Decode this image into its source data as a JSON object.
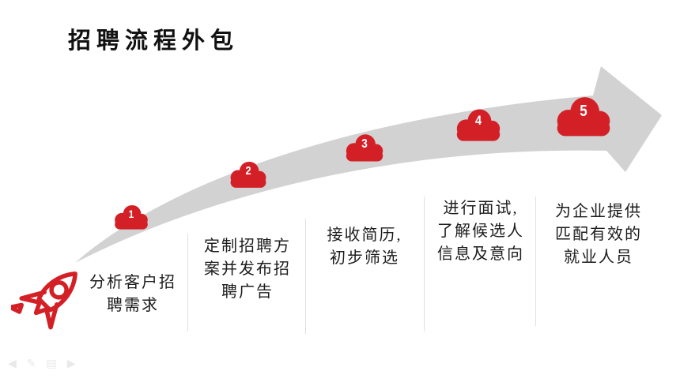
{
  "slide": {
    "title": "招聘流程外包"
  },
  "colors": {
    "accent_red": "#d32027",
    "band_gray": "#d2d2d2",
    "divider_gray": "#e0e0e0",
    "text_dark": "#1c1c1c",
    "controls_gray": "#e9e9e9"
  },
  "steps": [
    {
      "number": "1",
      "text": "分析客户招\n聘需求"
    },
    {
      "number": "2",
      "text": "定制招聘方\n案并发布招\n聘广告"
    },
    {
      "number": "3",
      "text": "接收简历,\n初步筛选"
    },
    {
      "number": "4",
      "text": "进行面试,\n了解候选人\n信息及意向"
    },
    {
      "number": "5",
      "text": "为企业提供\n匹配有效的\n就业人员"
    }
  ],
  "controls": {
    "prev": "◀",
    "pen": "✎",
    "menu": "▤",
    "next": "▶"
  }
}
